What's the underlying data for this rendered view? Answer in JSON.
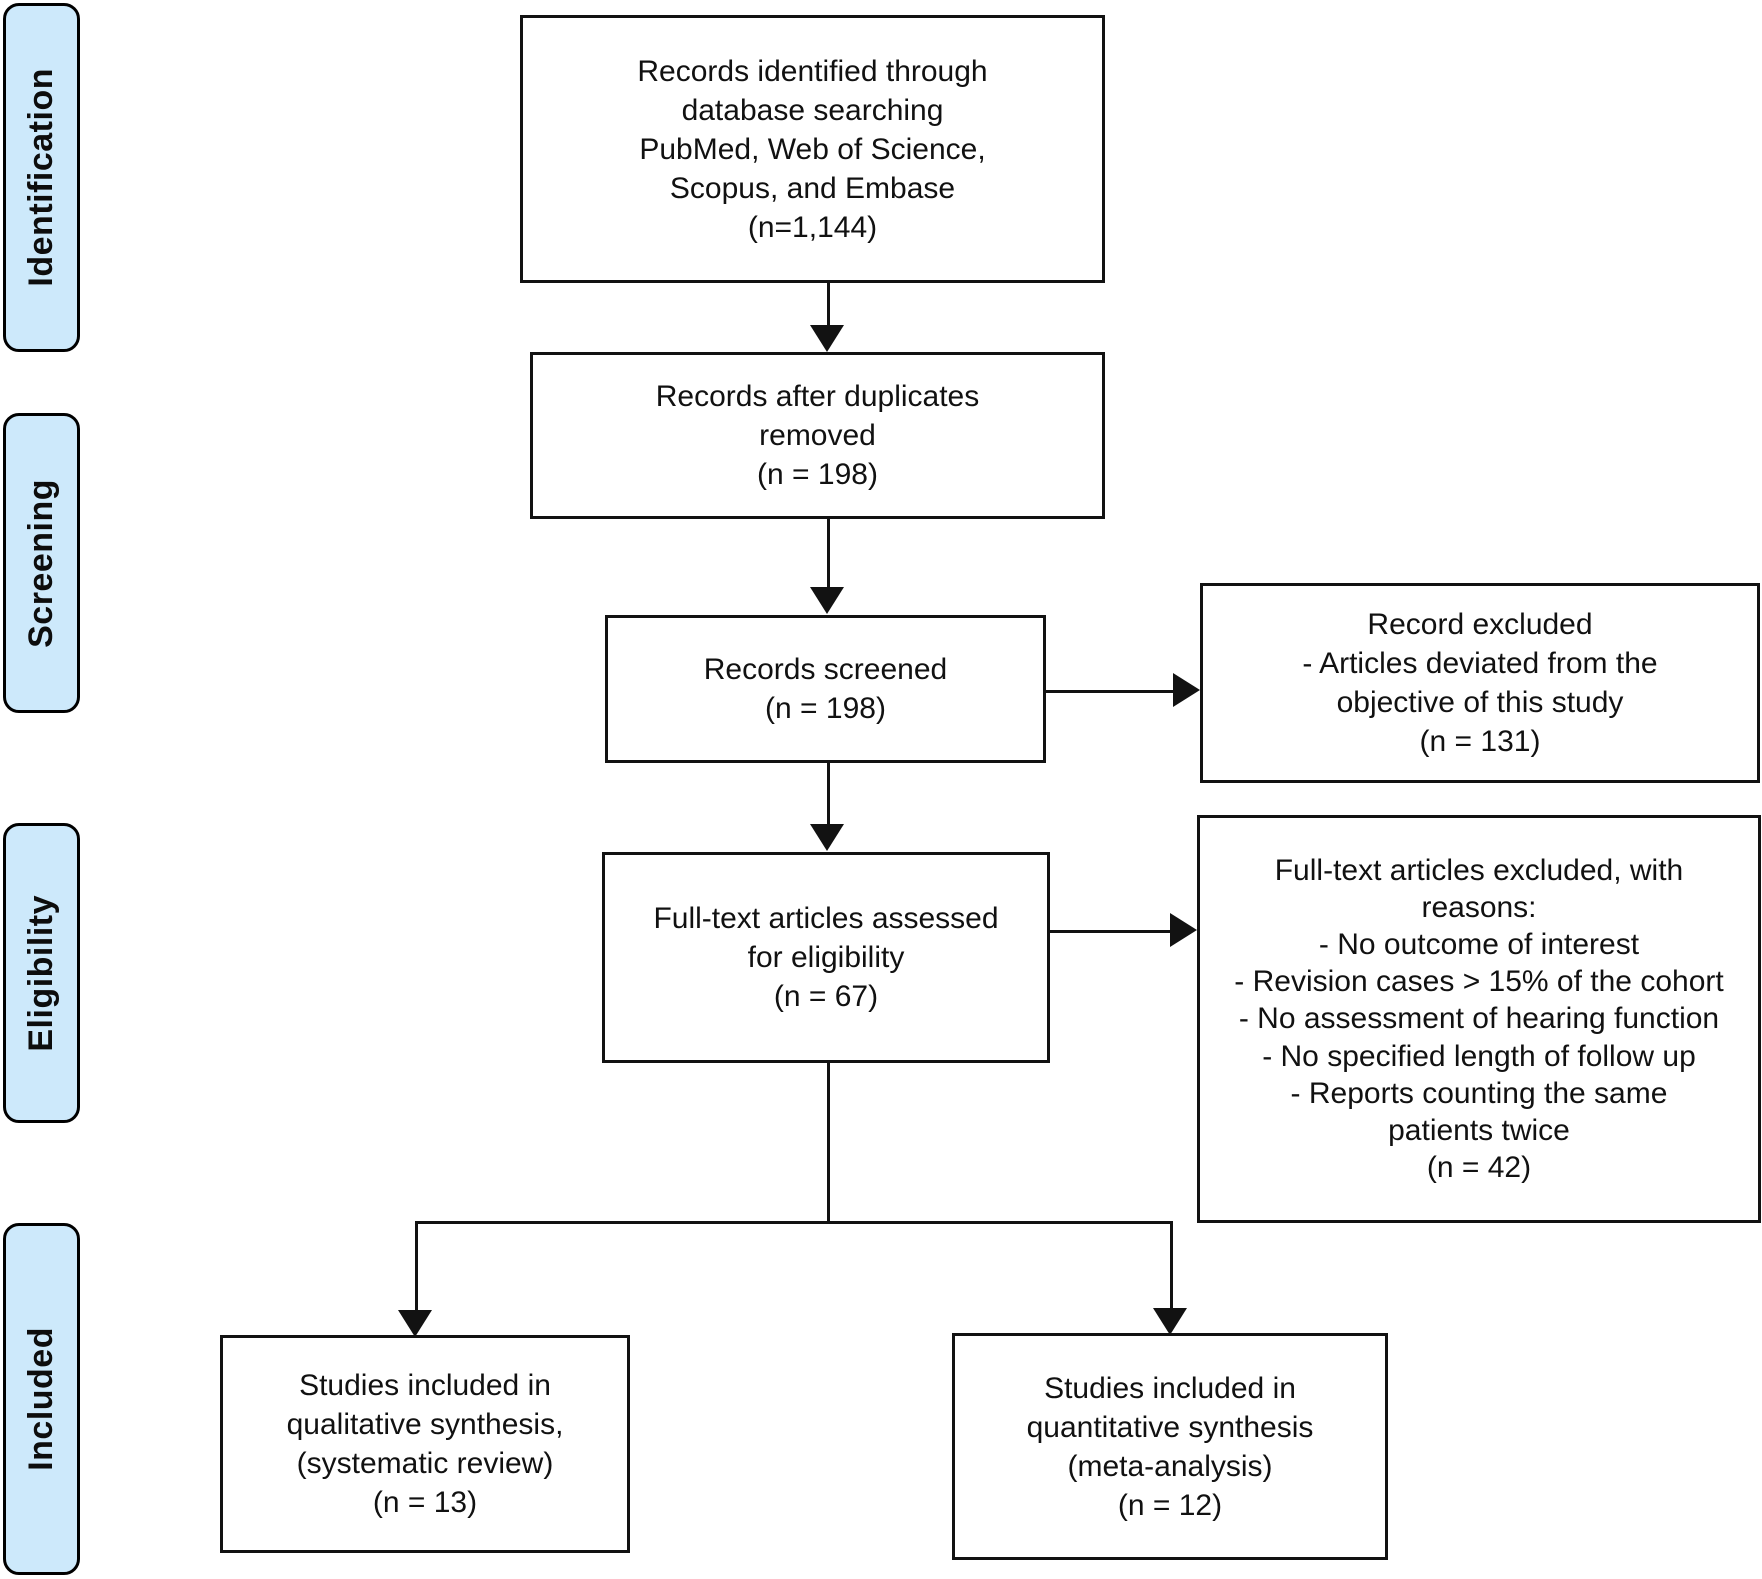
{
  "diagram": {
    "type": "prisma-flow-diagram",
    "stages": [
      {
        "id": "identification",
        "label": "Identification"
      },
      {
        "id": "screening",
        "label": "Screening"
      },
      {
        "id": "eligibility",
        "label": "Eligibility"
      },
      {
        "id": "included",
        "label": "Included"
      }
    ],
    "boxes": {
      "records_identified": {
        "text": "Records identified through\ndatabase searching\nPubMed, Web of Science,\nScopus, and Embase\n(n=1,144)",
        "n": "1,144"
      },
      "records_after_duplicates": {
        "text": "Records after duplicates\nremoved\n(n = 198)",
        "n": "198"
      },
      "records_screened": {
        "text": "Records screened\n(n = 198)",
        "n": "198"
      },
      "records_excluded": {
        "text": "Record excluded\n- Articles deviated from the\nobjective of this study\n(n = 131)",
        "n": "131"
      },
      "fulltext_assessed": {
        "text": "Full-text articles assessed\nfor eligibility\n(n = 67)",
        "n": "67"
      },
      "fulltext_excluded": {
        "text": "Full-text articles excluded, with\nreasons:\n- No outcome of interest\n- Revision cases > 15% of the cohort\n- No assessment of hearing function\n- No specified length of follow up\n- Reports counting the same\npatients twice\n(n = 42)",
        "n": "42"
      },
      "qualitative_synthesis": {
        "text": "Studies included in\nqualitative synthesis,\n(systematic review)\n(n = 13)",
        "n": "13"
      },
      "quantitative_synthesis": {
        "text": "Studies included in\nquantitative synthesis\n(meta-analysis)\n(n = 12)",
        "n": "12"
      }
    },
    "colors": {
      "stage_fill": "#cde9fb",
      "stroke": "#121212",
      "box_fill": "#ffffff",
      "text": "#111111"
    }
  }
}
